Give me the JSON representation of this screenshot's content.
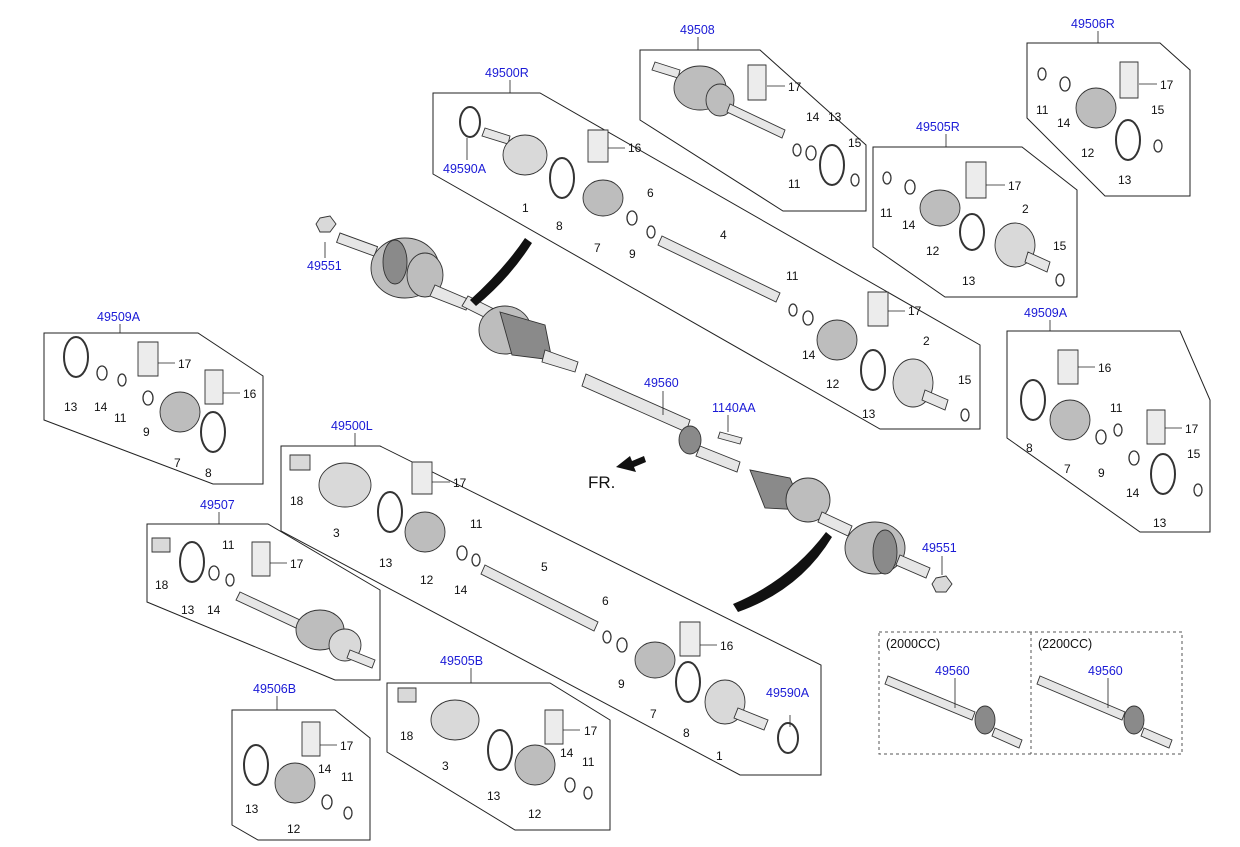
{
  "refs": {
    "r49508": "49508",
    "r49506R": "49506R",
    "r49500R": "49500R",
    "r49505R": "49505R",
    "r49590A_top": "49590A",
    "r49551_top": "49551",
    "r49509A_left": "49509A",
    "r49509A_right": "49509A",
    "r49560_main": "49560",
    "r1140AA": "1140AA",
    "r49500L": "49500L",
    "r49507": "49507",
    "r49551_bottom": "49551",
    "r49505B": "49505B",
    "r49590A_bottom": "49590A",
    "r49506B": "49506B",
    "r49560_2000": "49560",
    "r49560_2200": "49560"
  },
  "front_label": "FR.",
  "variants": {
    "v2000": "(2000CC)",
    "v2200": "(2200CC)"
  },
  "numbers": {
    "n1": "1",
    "n2": "2",
    "n3": "3",
    "n4": "4",
    "n5": "5",
    "n6": "6",
    "n7": "7",
    "n8": "8",
    "n9": "9",
    "n11": "11",
    "n12": "12",
    "n13": "13",
    "n14": "14",
    "n15": "15",
    "n16": "16",
    "n17": "17",
    "n18": "18"
  }
}
